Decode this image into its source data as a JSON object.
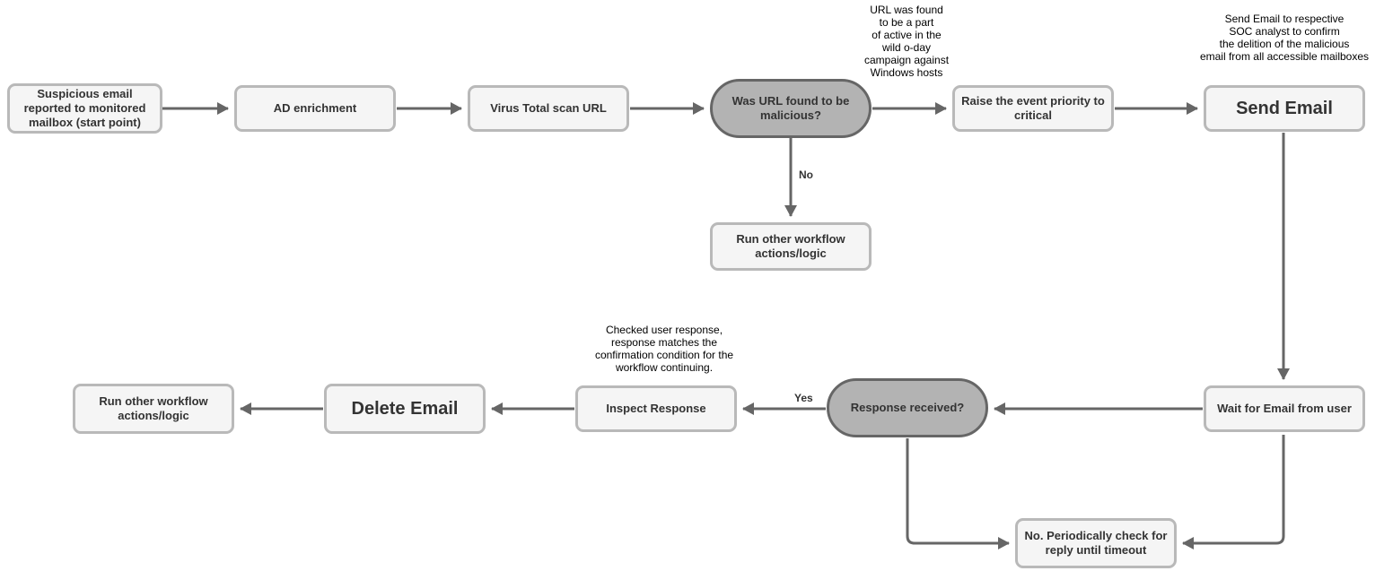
{
  "diagram": {
    "nodes": {
      "start": {
        "label": "Suspicious email reported to monitored mailbox (start point)",
        "type": "process"
      },
      "ad_enrichment": {
        "label": "AD enrichment",
        "type": "process"
      },
      "virus_total": {
        "label": "Virus Total scan URL",
        "type": "process"
      },
      "url_decision": {
        "label": "Was URL found to be malicious?",
        "type": "decision"
      },
      "raise_priority": {
        "label": "Raise the event priority to critical",
        "type": "process"
      },
      "send_email": {
        "label": "Send Email",
        "type": "process-emphasized"
      },
      "run_other_mid": {
        "label": "Run other workflow actions/logic",
        "type": "process"
      },
      "wait_email": {
        "label": "Wait for Email from user",
        "type": "process"
      },
      "response_decision": {
        "label": "Response received?",
        "type": "decision"
      },
      "inspect_response": {
        "label": "Inspect Response",
        "type": "process"
      },
      "delete_email": {
        "label": "Delete Email",
        "type": "process-emphasized"
      },
      "run_other_end": {
        "label": "Run other workflow actions/logic",
        "type": "process"
      },
      "periodic_check": {
        "label": "No. Periodically check for reply until timeout",
        "type": "process"
      }
    },
    "edge_labels": {
      "no": "No",
      "yes": "Yes"
    },
    "annotations": {
      "zero_day": "URL was found\nto be a part\nof active in the\nwild o-day\ncampaign against\nWindows hosts",
      "send_email_note": "Send Email to respective\nSOC analyst to confirm\nthe delition of the malicious\nemail from all accessible mailboxes",
      "inspect_note": "Checked user response,\nresponse matches the\nconfirmation condition for the\nworkflow continuing."
    },
    "colors": {
      "process_fill": "#f5f5f5",
      "process_border": "#b9b9b9",
      "decision_fill": "#b3b3b3",
      "decision_border": "#666666",
      "arrow": "#666666",
      "text": "#333333",
      "annotation_text": "#000000",
      "background": "#ffffff"
    }
  }
}
